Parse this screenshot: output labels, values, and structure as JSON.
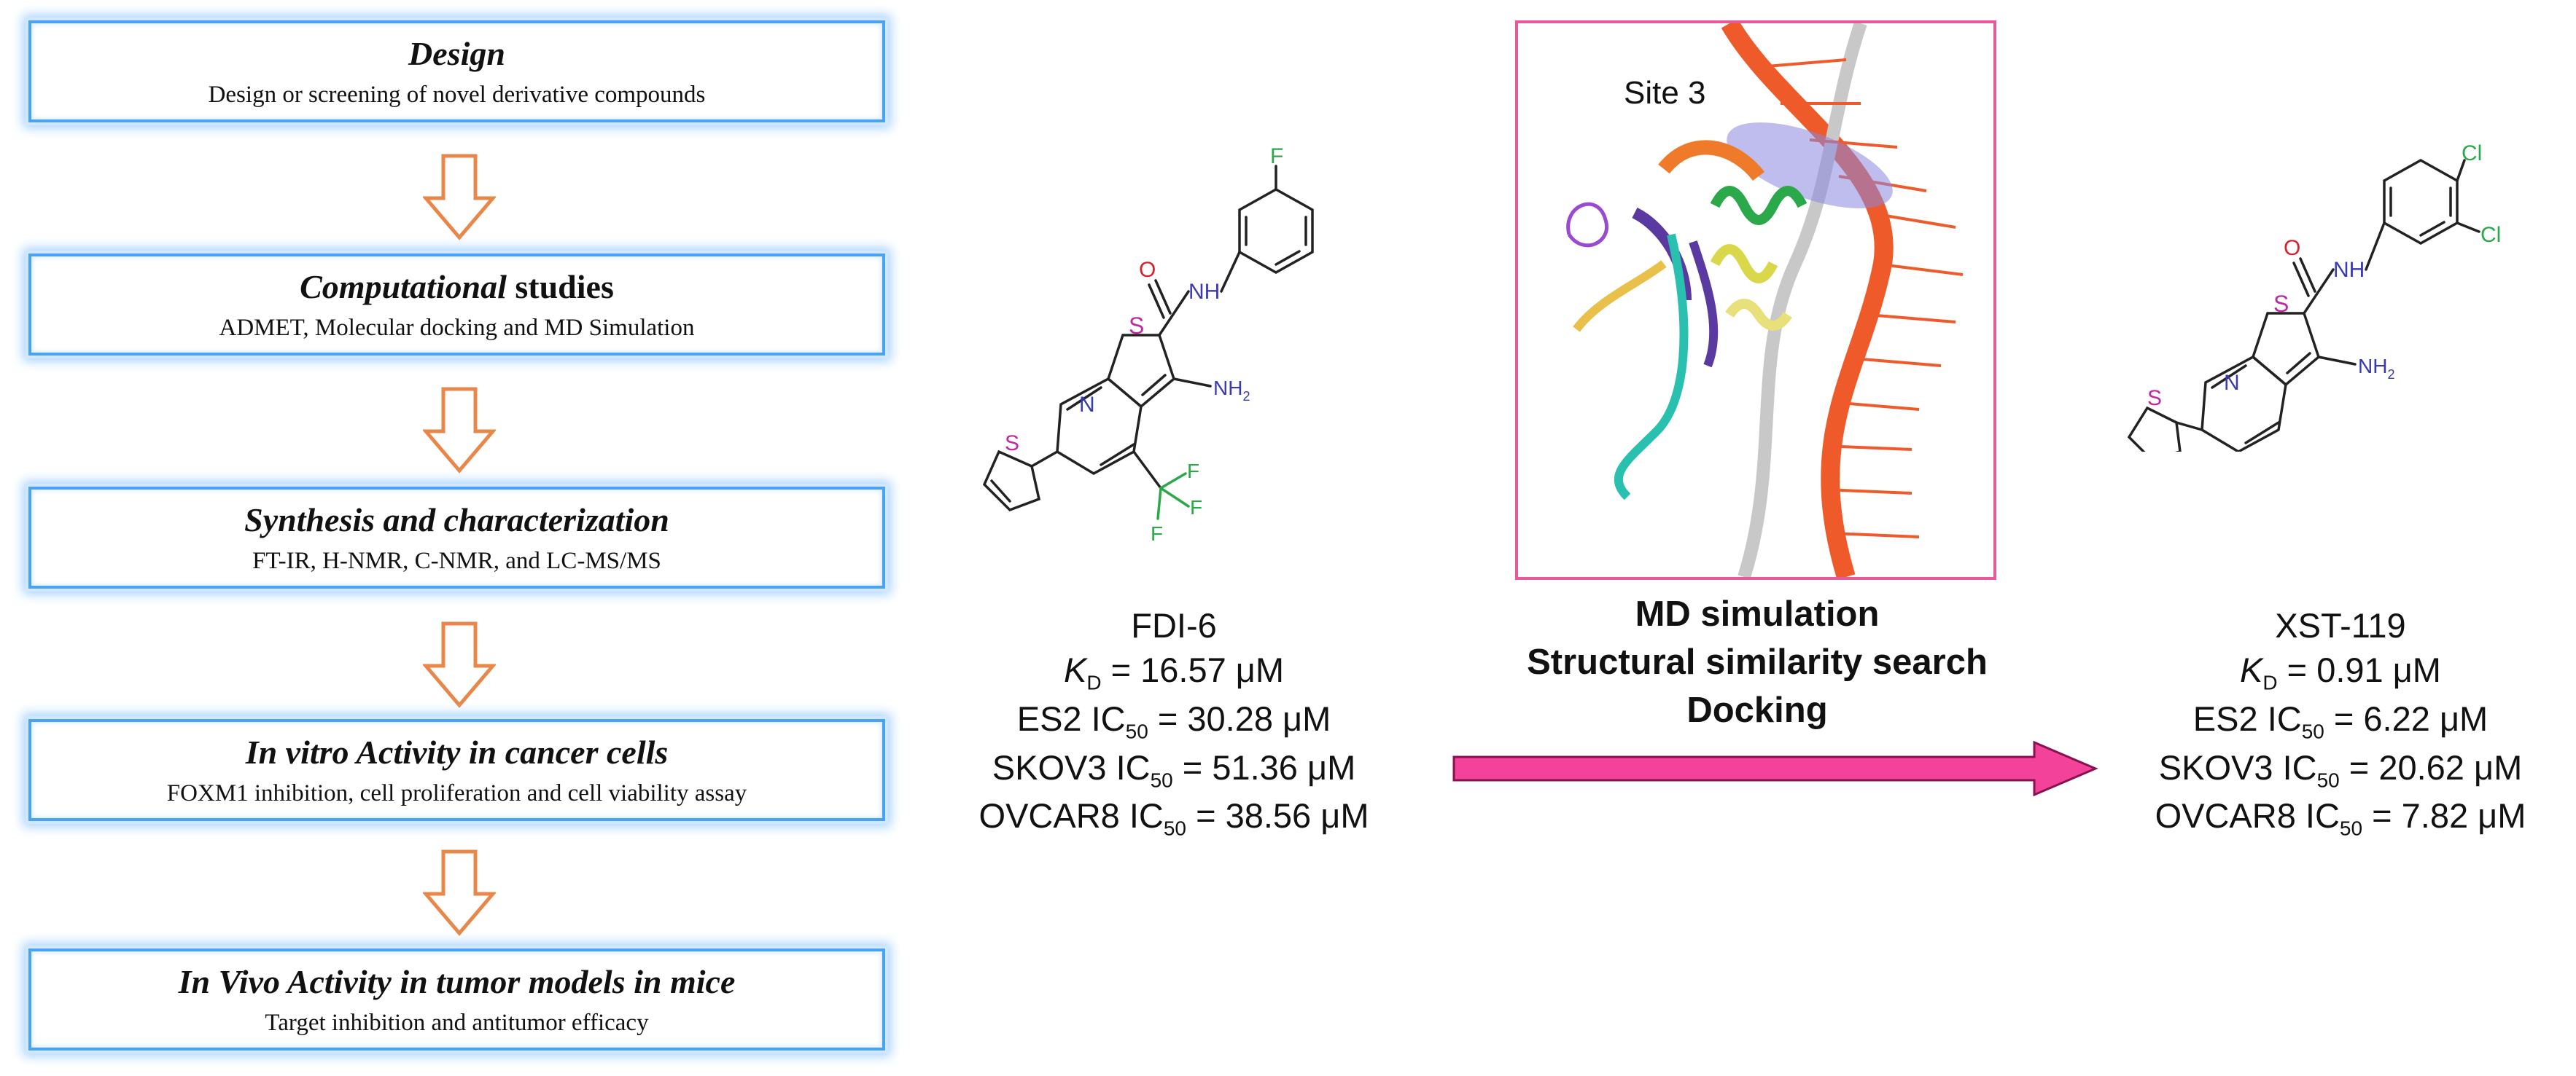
{
  "flow_steps": [
    {
      "title_italic": "Design",
      "title_rest": "",
      "subtitle": "Design or screening of novel derivative compounds"
    },
    {
      "title_italic": "Computational",
      "title_rest": " studies",
      "subtitle": "ADMET, Molecular docking and MD Simulation"
    },
    {
      "title_italic": "Synthesis and characterization",
      "title_rest": "",
      "subtitle": "FT-IR, H-NMR, C-NMR, and LC-MS/MS"
    },
    {
      "title_italic": "In vitro Activity in cancer cells",
      "title_rest": "",
      "subtitle": "FOXM1 inhibition, cell proliferation and cell viability assay"
    },
    {
      "title_italic": "In Vivo Activity in tumor models in mice",
      "title_rest": "",
      "subtitle": "Target inhibition  and antitumor efficacy"
    }
  ],
  "compound_left": {
    "name": "FDI-6",
    "kd_label": "K",
    "kd_sub": "D",
    "kd_value": " = 16.57 μM",
    "rows": [
      {
        "pre": "ES2 IC",
        "sub": "50",
        "post": " = 30.28 μM"
      },
      {
        "pre": "SKOV3 IC",
        "sub": "50",
        "post": " = 51.36 μM"
      },
      {
        "pre": "OVCAR8 IC",
        "sub": "50",
        "post": " = 38.56 μM"
      }
    ],
    "atoms": {
      "F": "F",
      "O": "O",
      "NH": "NH",
      "S": "S",
      "NH2": "NH",
      "NH2_sub": "2",
      "N": "N",
      "S2": "S",
      "CF3_F1": "F",
      "CF3_F2": "F",
      "CF3_F3": "F"
    }
  },
  "compound_right": {
    "name": "XST-119",
    "kd_label": "K",
    "kd_sub": "D",
    "kd_value": " = 0.91 μM",
    "rows": [
      {
        "pre": "ES2 IC",
        "sub": "50",
        "post": " = 6.22 μM"
      },
      {
        "pre": "SKOV3 IC",
        "sub": "50",
        "post": " = 20.62 μM"
      },
      {
        "pre": "OVCAR8 IC",
        "sub": "50",
        "post": " = 7.82 μM"
      }
    ],
    "atoms": {
      "Cl1": "Cl",
      "Cl2": "Cl",
      "O": "O",
      "NH": "NH",
      "S": "S",
      "NH2": "NH",
      "NH2_sub": "2",
      "N": "N",
      "S2": "S"
    }
  },
  "structure": {
    "site_label": "Site 3"
  },
  "methods": [
    "MD simulation",
    "Structural similarity search",
    "Docking"
  ],
  "colors": {
    "box_border": "#4aa3f0",
    "flow_arrow": "#e8874a",
    "big_arrow": "#f2429a",
    "site_border": "#e8589a"
  }
}
